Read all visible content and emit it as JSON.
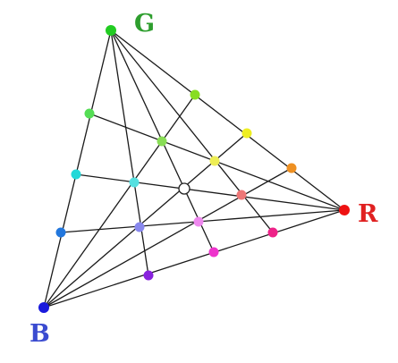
{
  "labels": {
    "green": "G",
    "red": "R",
    "blue": "B"
  },
  "colors": {
    "line": "#1a1a1a",
    "label_green": "#2e9e2e",
    "label_red": "#e02020",
    "label_blue": "#3a4bd0",
    "vertex_green": "#22cc22",
    "vertex_red": "#ee1111",
    "vertex_blue": "#1a1adc",
    "center_point": "#ffffff"
  },
  "points": [
    {
      "id": "G",
      "color": "#22cc22"
    },
    {
      "id": "R",
      "color": "#ee1111"
    },
    {
      "id": "B",
      "color": "#1a1adc"
    },
    {
      "id": "C",
      "color": "#ffffff"
    },
    {
      "id": "GR1",
      "color": "#88dd22"
    },
    {
      "id": "GR2",
      "color": "#eeee22"
    },
    {
      "id": "GR3",
      "color": "#ee9022"
    },
    {
      "id": "GB1",
      "color": "#55dd55"
    },
    {
      "id": "GB2",
      "color": "#22d8d8"
    },
    {
      "id": "GB3",
      "color": "#2277dd"
    },
    {
      "id": "BR1",
      "color": "#8822dd"
    },
    {
      "id": "BR2",
      "color": "#ee33cc"
    },
    {
      "id": "BR3",
      "color": "#ee2288"
    },
    {
      "id": "I1",
      "color": "#88dd55"
    },
    {
      "id": "I2",
      "color": "#eeee55"
    },
    {
      "id": "I3",
      "color": "#55e0e0"
    },
    {
      "id": "I4",
      "color": "#ee7777"
    },
    {
      "id": "I5",
      "color": "#8888ee"
    },
    {
      "id": "I6",
      "color": "#ee88ee"
    }
  ]
}
